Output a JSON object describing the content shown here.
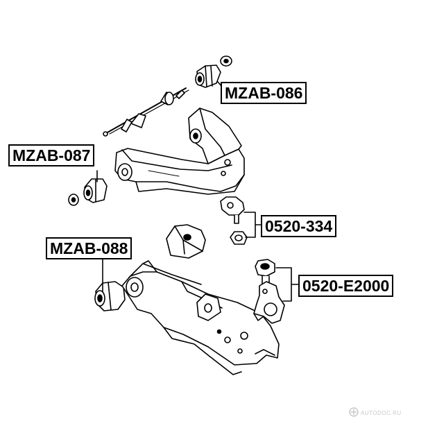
{
  "parts": {
    "upper_bushing_label": "MZAB-086",
    "upper_shaft_label": "MZAB-087",
    "lower_bushing_label": "MZAB-088",
    "upper_ball_joint_label": "0520-334",
    "lower_ball_joint_label": "0520-E2000"
  },
  "watermark": {
    "text": "AUTODOC.RU"
  }
}
